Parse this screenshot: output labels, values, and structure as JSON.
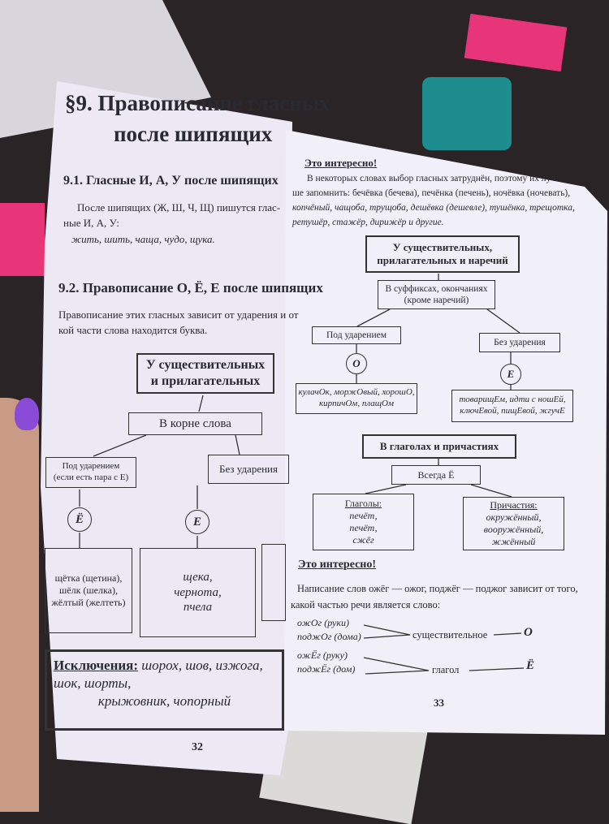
{
  "left_page": {
    "title_line1": "§9. Правописание гласных",
    "title_line2": "после шипящих",
    "s91_heading": "9.1. Гласные И, А, У после шипящих",
    "s91_text1": "После шипящих (Ж, Ш, Ч, Щ) пишутся глас-",
    "s91_text2": "ные И, А, У:",
    "s91_examples": "жить, шить, чаща, чудо, щука.",
    "s92_heading": "9.2. Правописание О, Ё, Е после шипящих",
    "s92_text1": "Правописание этих гласных зависит от ударения и от",
    "s92_text2": "кой части слова находится буква.",
    "diagram": {
      "root": "У существительных и прилагательных",
      "root_line1": "У существительных",
      "root_line2": "и прилагательных",
      "branch": "В корне слова",
      "stressed_line1": "Под ударением",
      "stressed_line2": "(если есть пара с Е)",
      "unstressed": "Без ударения",
      "letter_yo": "Ё",
      "letter_e": "Е",
      "yo_examples": [
        "щётка (щетина),",
        "шёлк (шелка),",
        "жёлтый (желтеть)"
      ],
      "e_examples": [
        "щека,",
        "чернота,",
        "пчела"
      ]
    },
    "exceptions_label": "Исключения:",
    "exceptions_line1": "шорох, шов, изжога, шок, шорты,",
    "exceptions_line2": "крыжовник, чопорный",
    "page_number": "32"
  },
  "right_page": {
    "interesting1_heading": "Это интересно!",
    "interesting1_lines": [
      "В некоторых словах выбор гласных затруднён, поэтому их луч-",
      "ше запомнить: бечёвка (бечева), печёнка (печень), ночёвка (ночевать),",
      "копчёный, чащоба, трущоба, дешёвка (дешевле), тушёнка, трещотка,",
      "ретушёр, стажёр, дирижёр и другие."
    ],
    "diagram1": {
      "root_line1": "У существительных,",
      "root_line2": "прилагательных и наречий",
      "branch_line1": "В суффиксах, окончаниях",
      "branch_line2": "(кроме наречий)",
      "stressed": "Под ударением",
      "unstressed": "Без ударения",
      "letter_o": "О",
      "letter_e": "Е",
      "o_examples": [
        "кулачОк, моржОвый, хорошО,",
        "кирпичОм, плащОм"
      ],
      "e_examples": [
        "товарищЕм, идти с ношЕй,",
        "ключЕвой, пищЕвой, жгучЕ"
      ]
    },
    "diagram2": {
      "root": "В глаголах и причастиях",
      "always": "Всегда Ё",
      "verbs_label": "Глаголы:",
      "verbs": [
        "печёт,",
        "печёт,",
        "сжёг"
      ],
      "participles_label": "Причастия:",
      "participles": [
        "окружённый,",
        "вооружённый,",
        "жжённый"
      ]
    },
    "interesting2_heading": "Это интересно!",
    "interesting2_line1": "Написание слов ожёг — ожог, поджёг — поджог зависит от того,",
    "interesting2_line2": "какой частью речи является слово:",
    "noun_examples": [
      "ожОг (руки)",
      "поджОг (дома)"
    ],
    "noun_label": "существительное",
    "noun_result": "О",
    "verb_examples": [
      "ожЁг (руку)",
      "поджЁг (дом)"
    ],
    "verb_label": "глагол",
    "verb_result": "Ё",
    "page_number": "33"
  },
  "colors": {
    "page": "#ece9f4",
    "ink": "#2a2a33",
    "desk": "#2a2426"
  }
}
